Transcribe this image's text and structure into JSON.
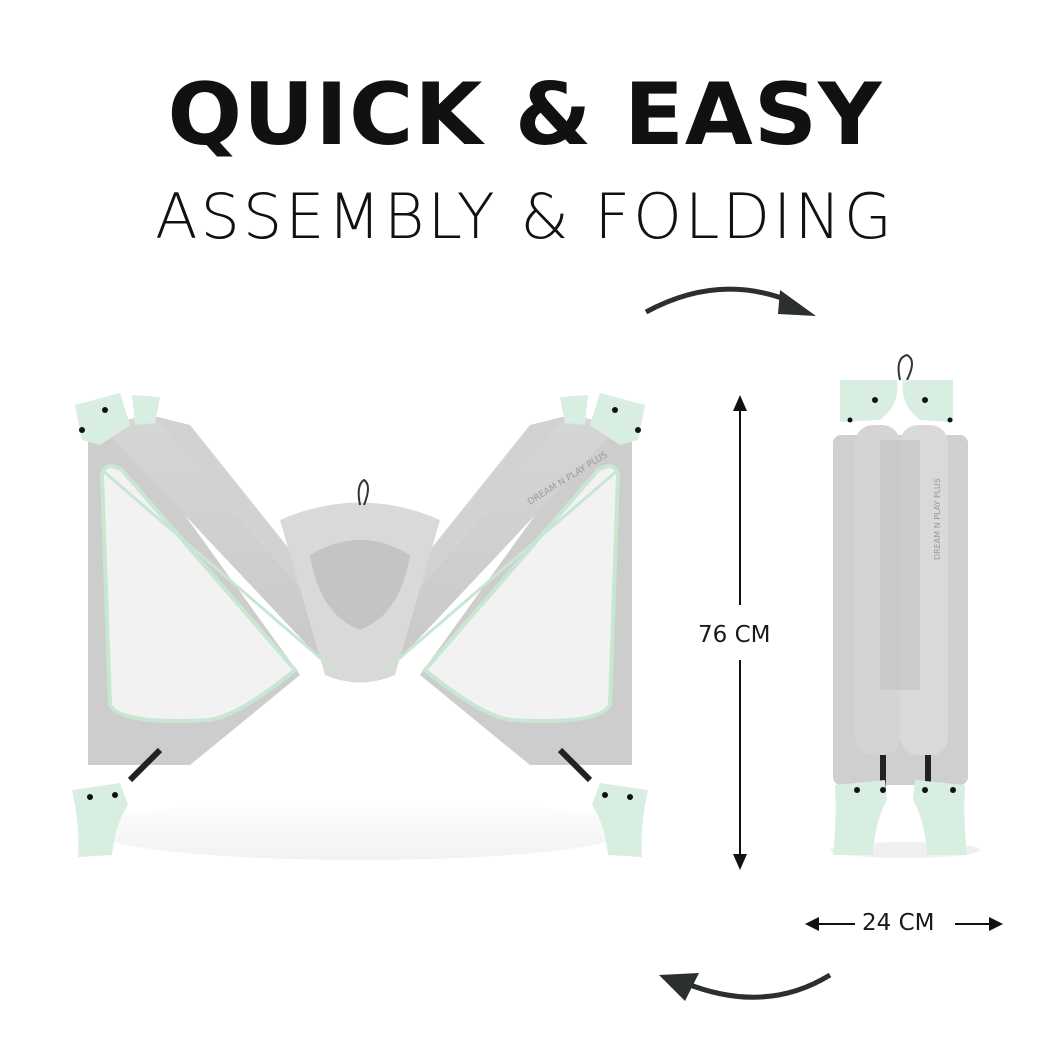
{
  "headline": {
    "title": "QUICK & EASY",
    "subtitle": "ASSEMBLY & FOLDING"
  },
  "product": {
    "brand_print": "DREAM N PLAY PLUS",
    "colors": {
      "fabric": "#cfcfcf",
      "fabric_light": "#dcdcdc",
      "mint_accent": "#d8eee0",
      "frame_dark": "#222222",
      "text": "#111111"
    }
  },
  "illustrations": {
    "unfolded": {
      "label": "Travel cot partially folded (M shape)"
    },
    "folded": {
      "label": "Travel cot fully folded"
    }
  },
  "dimensions": {
    "height": "76 CM",
    "width": "24 CM"
  },
  "arrows": {
    "top": "curved-arrow-right",
    "bottom": "curved-arrow-left"
  }
}
